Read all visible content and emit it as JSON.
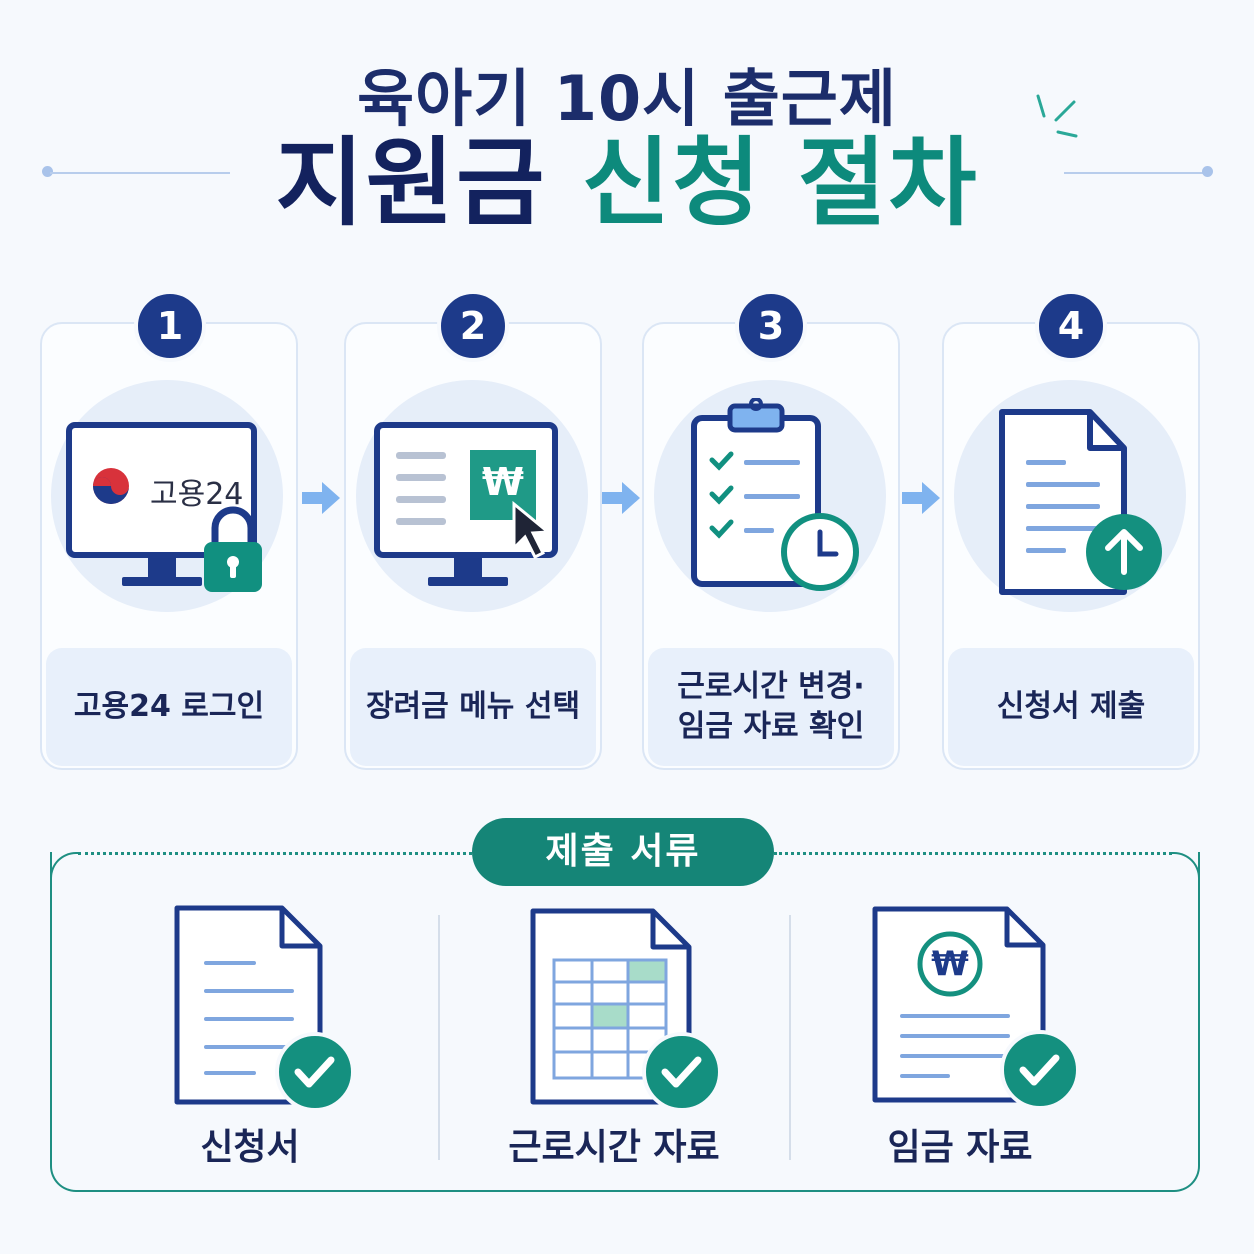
{
  "header": {
    "subtitle": "육아기 10시 출근제",
    "title_main": "지원금",
    "title_accent": "신청 절차"
  },
  "steps": [
    {
      "number": "1",
      "label": "고용24 로그인",
      "icon": "monitor-lock-icon",
      "screen_text": "고용24"
    },
    {
      "number": "2",
      "label": "장려금 메뉴 선택",
      "icon": "monitor-won-cursor-icon",
      "screen_text": "₩"
    },
    {
      "number": "3",
      "label_line1": "근로시간 변경·",
      "label_line2": "임금 자료 확인",
      "icon": "clipboard-clock-icon"
    },
    {
      "number": "4",
      "label": "신청서 제출",
      "icon": "document-upload-icon"
    }
  ],
  "documents": {
    "title": "제출 서류",
    "items": [
      {
        "label": "신청서",
        "icon": "document-check-icon"
      },
      {
        "label": "근로시간 자료",
        "icon": "spreadsheet-check-icon"
      },
      {
        "label": "임금 자료",
        "icon": "wage-document-check-icon",
        "symbol": "₩"
      }
    ]
  },
  "colors": {
    "navy": "#1d3a8a",
    "dark_navy": "#13225e",
    "teal": "#0d8a7c",
    "light_blue": "#e6eef9",
    "arrow": "#7fb3ef"
  }
}
